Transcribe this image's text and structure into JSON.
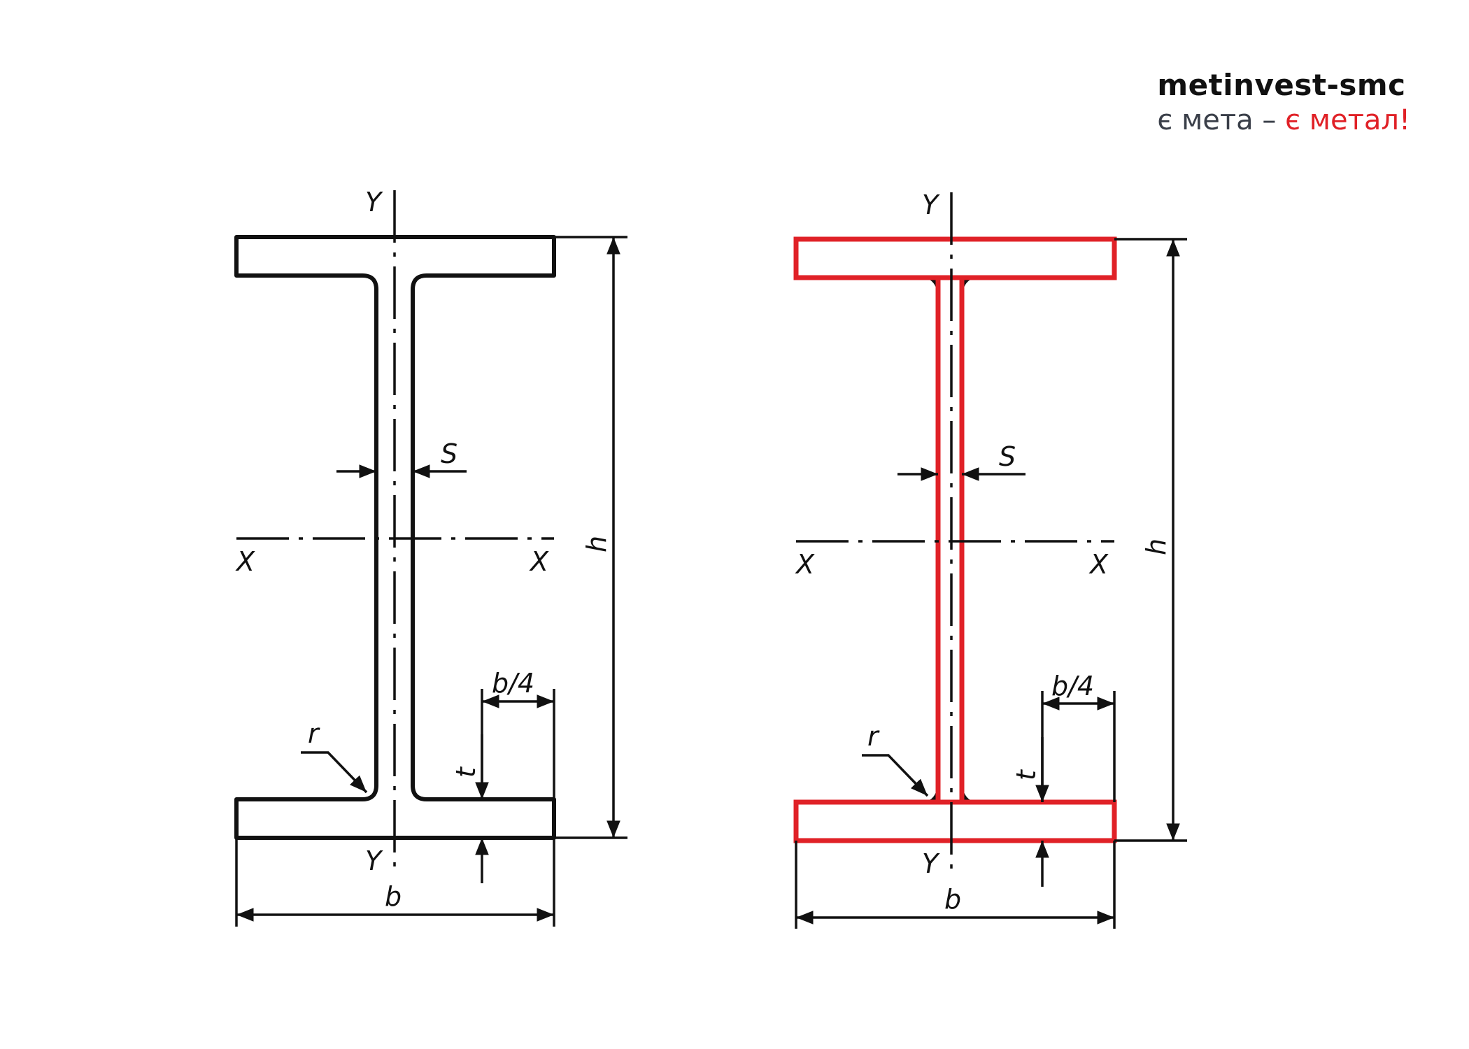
{
  "brand": {
    "name": "metinvest-smc",
    "tagline_part1": "є мета –",
    "tagline_part2": "є метал!",
    "accent_color": "#e02127"
  },
  "figures": [
    {
      "id": "left",
      "labels": {
        "y_top": "Y",
        "y_bottom": "Y",
        "x_left": "X",
        "x_right": "X",
        "s": "S",
        "h": "h",
        "b": "b",
        "b4": "b/4",
        "r": "r",
        "t": "t"
      }
    },
    {
      "id": "right",
      "highlight_color": "#e02127",
      "labels": {
        "y_top": "Y",
        "y_bottom": "Y",
        "x_left": "X",
        "x_right": "X",
        "s": "S",
        "h": "h",
        "b": "b",
        "b4": "b/4",
        "r": "r",
        "t": "t"
      }
    }
  ]
}
